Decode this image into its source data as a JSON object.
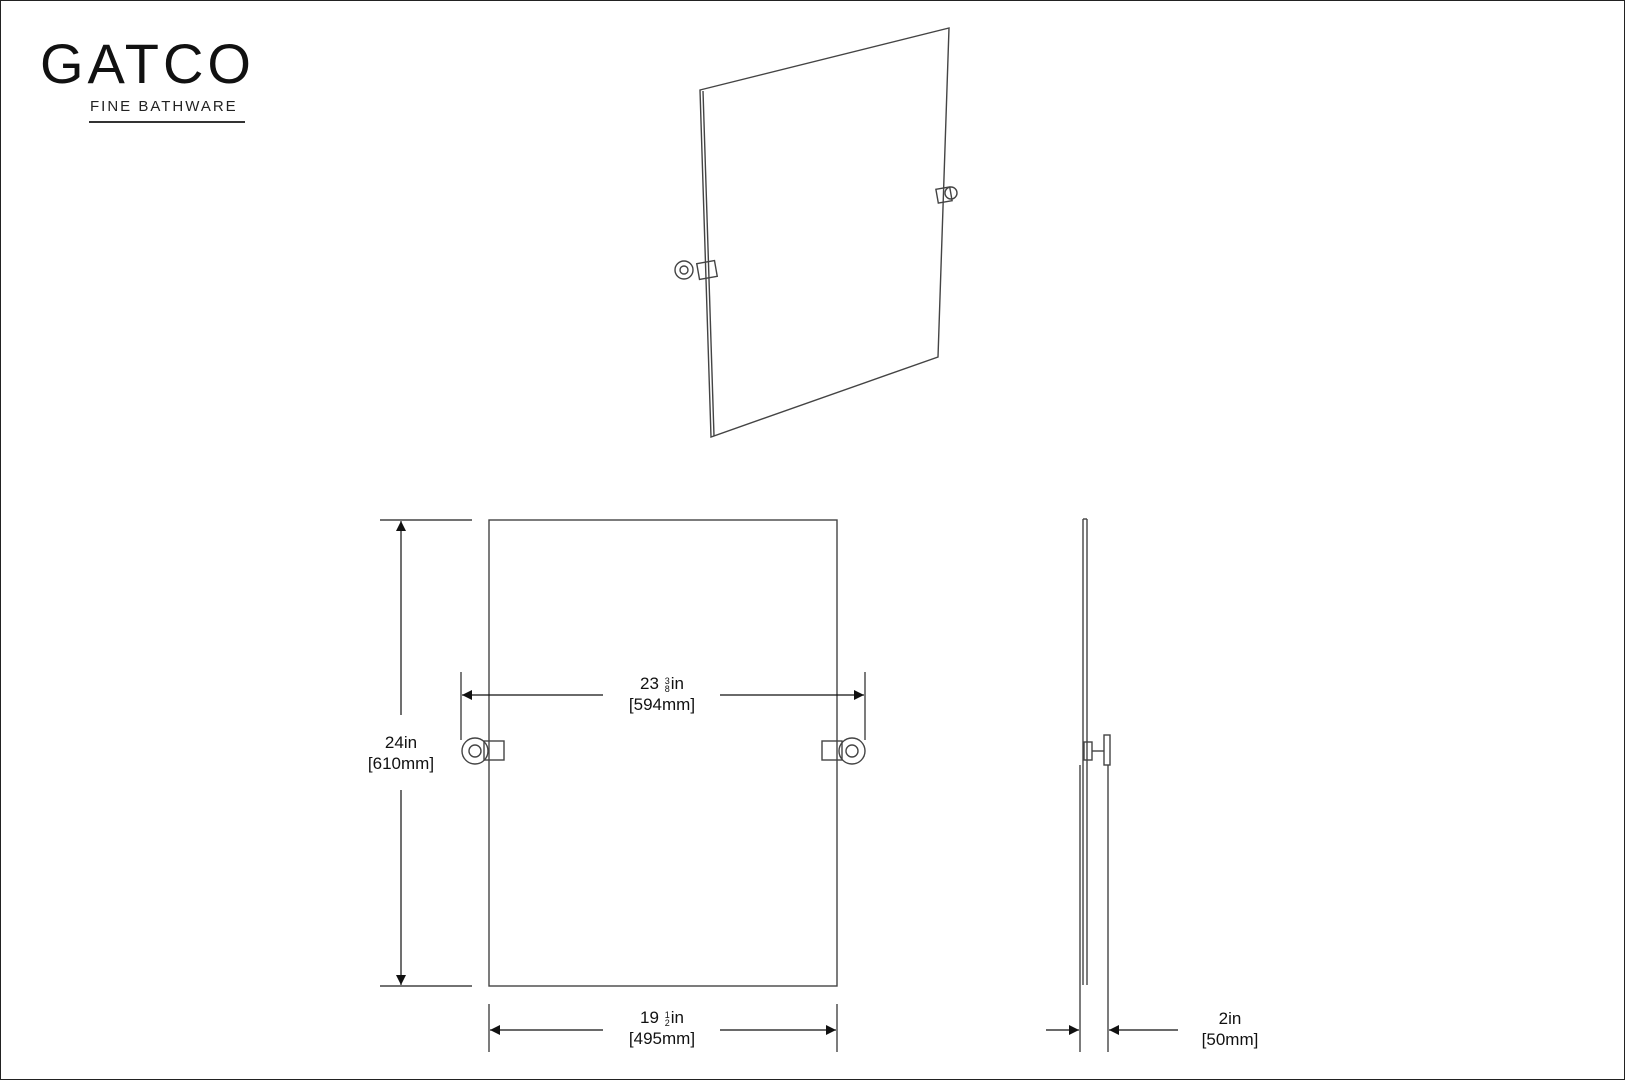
{
  "brand": {
    "name": "GATCO",
    "tagline": "FINE BATHWARE"
  },
  "dimensions": {
    "hinge_span": {
      "whole": "23",
      "num": "3",
      "den": "8",
      "unit": "in",
      "metric": "[594mm]"
    },
    "height": {
      "imperial": "24in",
      "metric": "[610mm]"
    },
    "width": {
      "whole": "19",
      "num": "1",
      "den": "2",
      "unit": "in",
      "metric": "[495mm]"
    },
    "depth": {
      "imperial": "2in",
      "metric": "[50mm]"
    }
  },
  "colors": {
    "line": "#333333",
    "text": "#111111",
    "background": "#ffffff"
  }
}
